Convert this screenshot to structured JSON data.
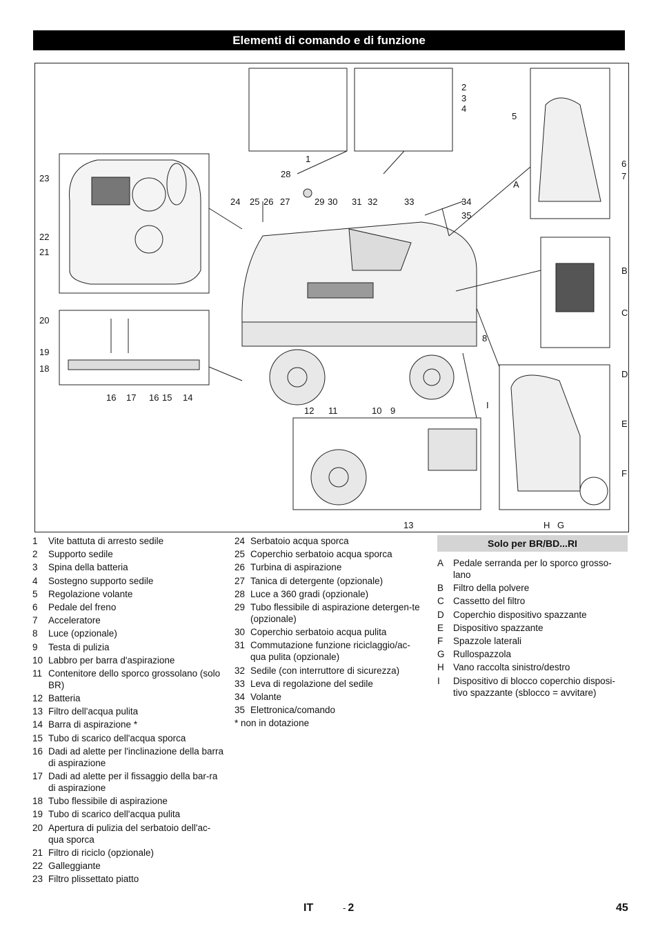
{
  "header": {
    "title": "Elementi di comando e di funzione"
  },
  "figure": {
    "callouts": [
      "1",
      "2",
      "3",
      "4",
      "5",
      "6",
      "7",
      "8",
      "9",
      "10",
      "11",
      "12",
      "13",
      "14",
      "15",
      "16",
      "17",
      "16",
      "18",
      "19",
      "20",
      "21",
      "22",
      "23",
      "24",
      "25",
      "26",
      "27",
      "28",
      "29",
      "30",
      "31",
      "32",
      "33",
      "34",
      "35",
      "A",
      "B",
      "C",
      "D",
      "E",
      "F",
      "G",
      "H",
      "I"
    ]
  },
  "legend_left": [
    {
      "num": "1",
      "text": "Vite battuta di arresto sedile"
    },
    {
      "num": "2",
      "text": "Supporto sedile"
    },
    {
      "num": "3",
      "text": "Spina della batteria"
    },
    {
      "num": "4",
      "text": "Sostegno supporto sedile"
    },
    {
      "num": "5",
      "text": "Regolazione volante"
    },
    {
      "num": "6",
      "text": "Pedale del freno"
    },
    {
      "num": "7",
      "text": "Acceleratore"
    },
    {
      "num": "8",
      "text": "Luce (opzionale)"
    },
    {
      "num": "9",
      "text": "Testa di pulizia"
    },
    {
      "num": "10",
      "text": "Labbro per barra d'aspirazione"
    },
    {
      "num": "11",
      "text": "Contenitore dello sporco grossolano (solo BR)"
    },
    {
      "num": "12",
      "text": "Batteria"
    },
    {
      "num": "13",
      "text": "Filtro dell'acqua pulita"
    },
    {
      "num": "14",
      "text": "Barra di aspirazione *"
    },
    {
      "num": "15",
      "text": "Tubo di scarico dell'acqua sporca"
    },
    {
      "num": "16",
      "text": "Dadi ad alette per l'inclinazione della barra di aspirazione"
    },
    {
      "num": "17",
      "text": "Dadi ad alette per il fissaggio della bar-ra di aspirazione"
    },
    {
      "num": "18",
      "text": "Tubo flessibile di aspirazione"
    },
    {
      "num": "19",
      "text": "Tubo di scarico dell'acqua pulita"
    },
    {
      "num": "20",
      "text": "Apertura di pulizia del serbatoio dell'ac-qua sporca"
    },
    {
      "num": "21",
      "text": "Filtro di riciclo (opzionale)"
    },
    {
      "num": "22",
      "text": "Galleggiante"
    },
    {
      "num": "23",
      "text": "Filtro plissettato piatto"
    }
  ],
  "legend_mid": [
    {
      "num": "24",
      "text": "Serbatoio acqua sporca"
    },
    {
      "num": "25",
      "text": "Coperchio serbatoio acqua sporca"
    },
    {
      "num": "26",
      "text": "Turbina di aspirazione"
    },
    {
      "num": "27",
      "text": "Tanica di detergente (opzionale)"
    },
    {
      "num": "28",
      "text": "Luce a 360 gradi (opzionale)"
    },
    {
      "num": "29",
      "text": "Tubo flessibile di aspirazione detergen-te (opzionale)"
    },
    {
      "num": "30",
      "text": "Coperchio serbatoio acqua pulita"
    },
    {
      "num": "31",
      "text": "Commutazione funzione riciclaggio/ac-qua pulita (opzionale)"
    },
    {
      "num": "32",
      "text": "Sedile (con interruttore di sicurezza)"
    },
    {
      "num": "33",
      "text": "Leva di regolazione del sedile"
    },
    {
      "num": "34",
      "text": "Volante"
    },
    {
      "num": "35",
      "text": "Elettronica/comando"
    }
  ],
  "legend_mid_note": "* non in dotazione",
  "legend_right_title": "Solo per BR/BD...RI",
  "legend_right": [
    {
      "num": "A",
      "text": "Pedale serranda per lo sporco grosso-lano"
    },
    {
      "num": "B",
      "text": "Filtro della polvere"
    },
    {
      "num": "C",
      "text": "Cassetto del filtro"
    },
    {
      "num": "D",
      "text": "Coperchio dispositivo spazzante"
    },
    {
      "num": "E",
      "text": "Dispositivo spazzante"
    },
    {
      "num": "F",
      "text": "Spazzole laterali"
    },
    {
      "num": "G",
      "text": "Rullospazzola"
    },
    {
      "num": "H",
      "text": "Vano raccolta sinistro/destro"
    },
    {
      "num": "I",
      "text": "Dispositivo di blocco coperchio disposi-tivo spazzante (sblocco = avvitare)"
    }
  ],
  "footer": {
    "lang": "IT",
    "page_label": "2",
    "dash": "-",
    "page_number": "45"
  }
}
